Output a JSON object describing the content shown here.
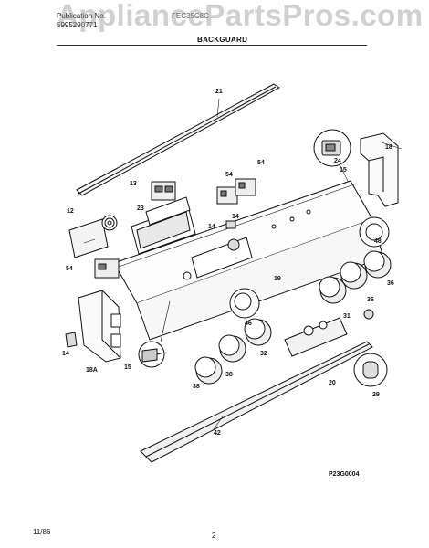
{
  "header": {
    "publication_label": "Publication No.",
    "publication_number": "5995290771",
    "model": "FEC35C8C",
    "watermark": "AppliancePartsPros.com",
    "section_title": "BACKGUARD"
  },
  "callouts": [
    "21",
    "18",
    "24",
    "15",
    "13",
    "54",
    "54",
    "12",
    "23",
    "14",
    "14",
    "48",
    "54",
    "19",
    "36",
    "36",
    "46",
    "31",
    "32",
    "38",
    "38",
    "20",
    "29",
    "18A",
    "15",
    "14",
    "42"
  ],
  "diagram_code": "P23G0004",
  "footer": {
    "date": "11/86",
    "page_number": "2"
  },
  "colors": {
    "ink": "#111111",
    "watermark": "#9a9a9a",
    "shade": "#555555"
  }
}
